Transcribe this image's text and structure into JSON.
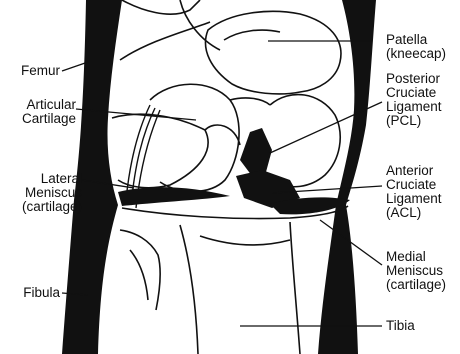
{
  "colors": {
    "ink": "#111111",
    "paper": "#ffffff"
  },
  "labels": {
    "femur": "Femur",
    "articular": [
      "Articular",
      "Cartilage"
    ],
    "lateral": [
      "Lateral",
      "Meniscus",
      "(cartilage)"
    ],
    "fibula": "Fibula",
    "patella": [
      "Patella",
      "(kneecap)"
    ],
    "pcl": [
      "Posterior",
      "Cruciate",
      "Ligament",
      "(PCL)"
    ],
    "acl": [
      "Anterior",
      "Cruciate",
      "Ligament",
      "(ACL)"
    ],
    "medial": [
      "Medial",
      "Meniscus",
      "(cartilage)"
    ],
    "tibia": "Tibia"
  }
}
